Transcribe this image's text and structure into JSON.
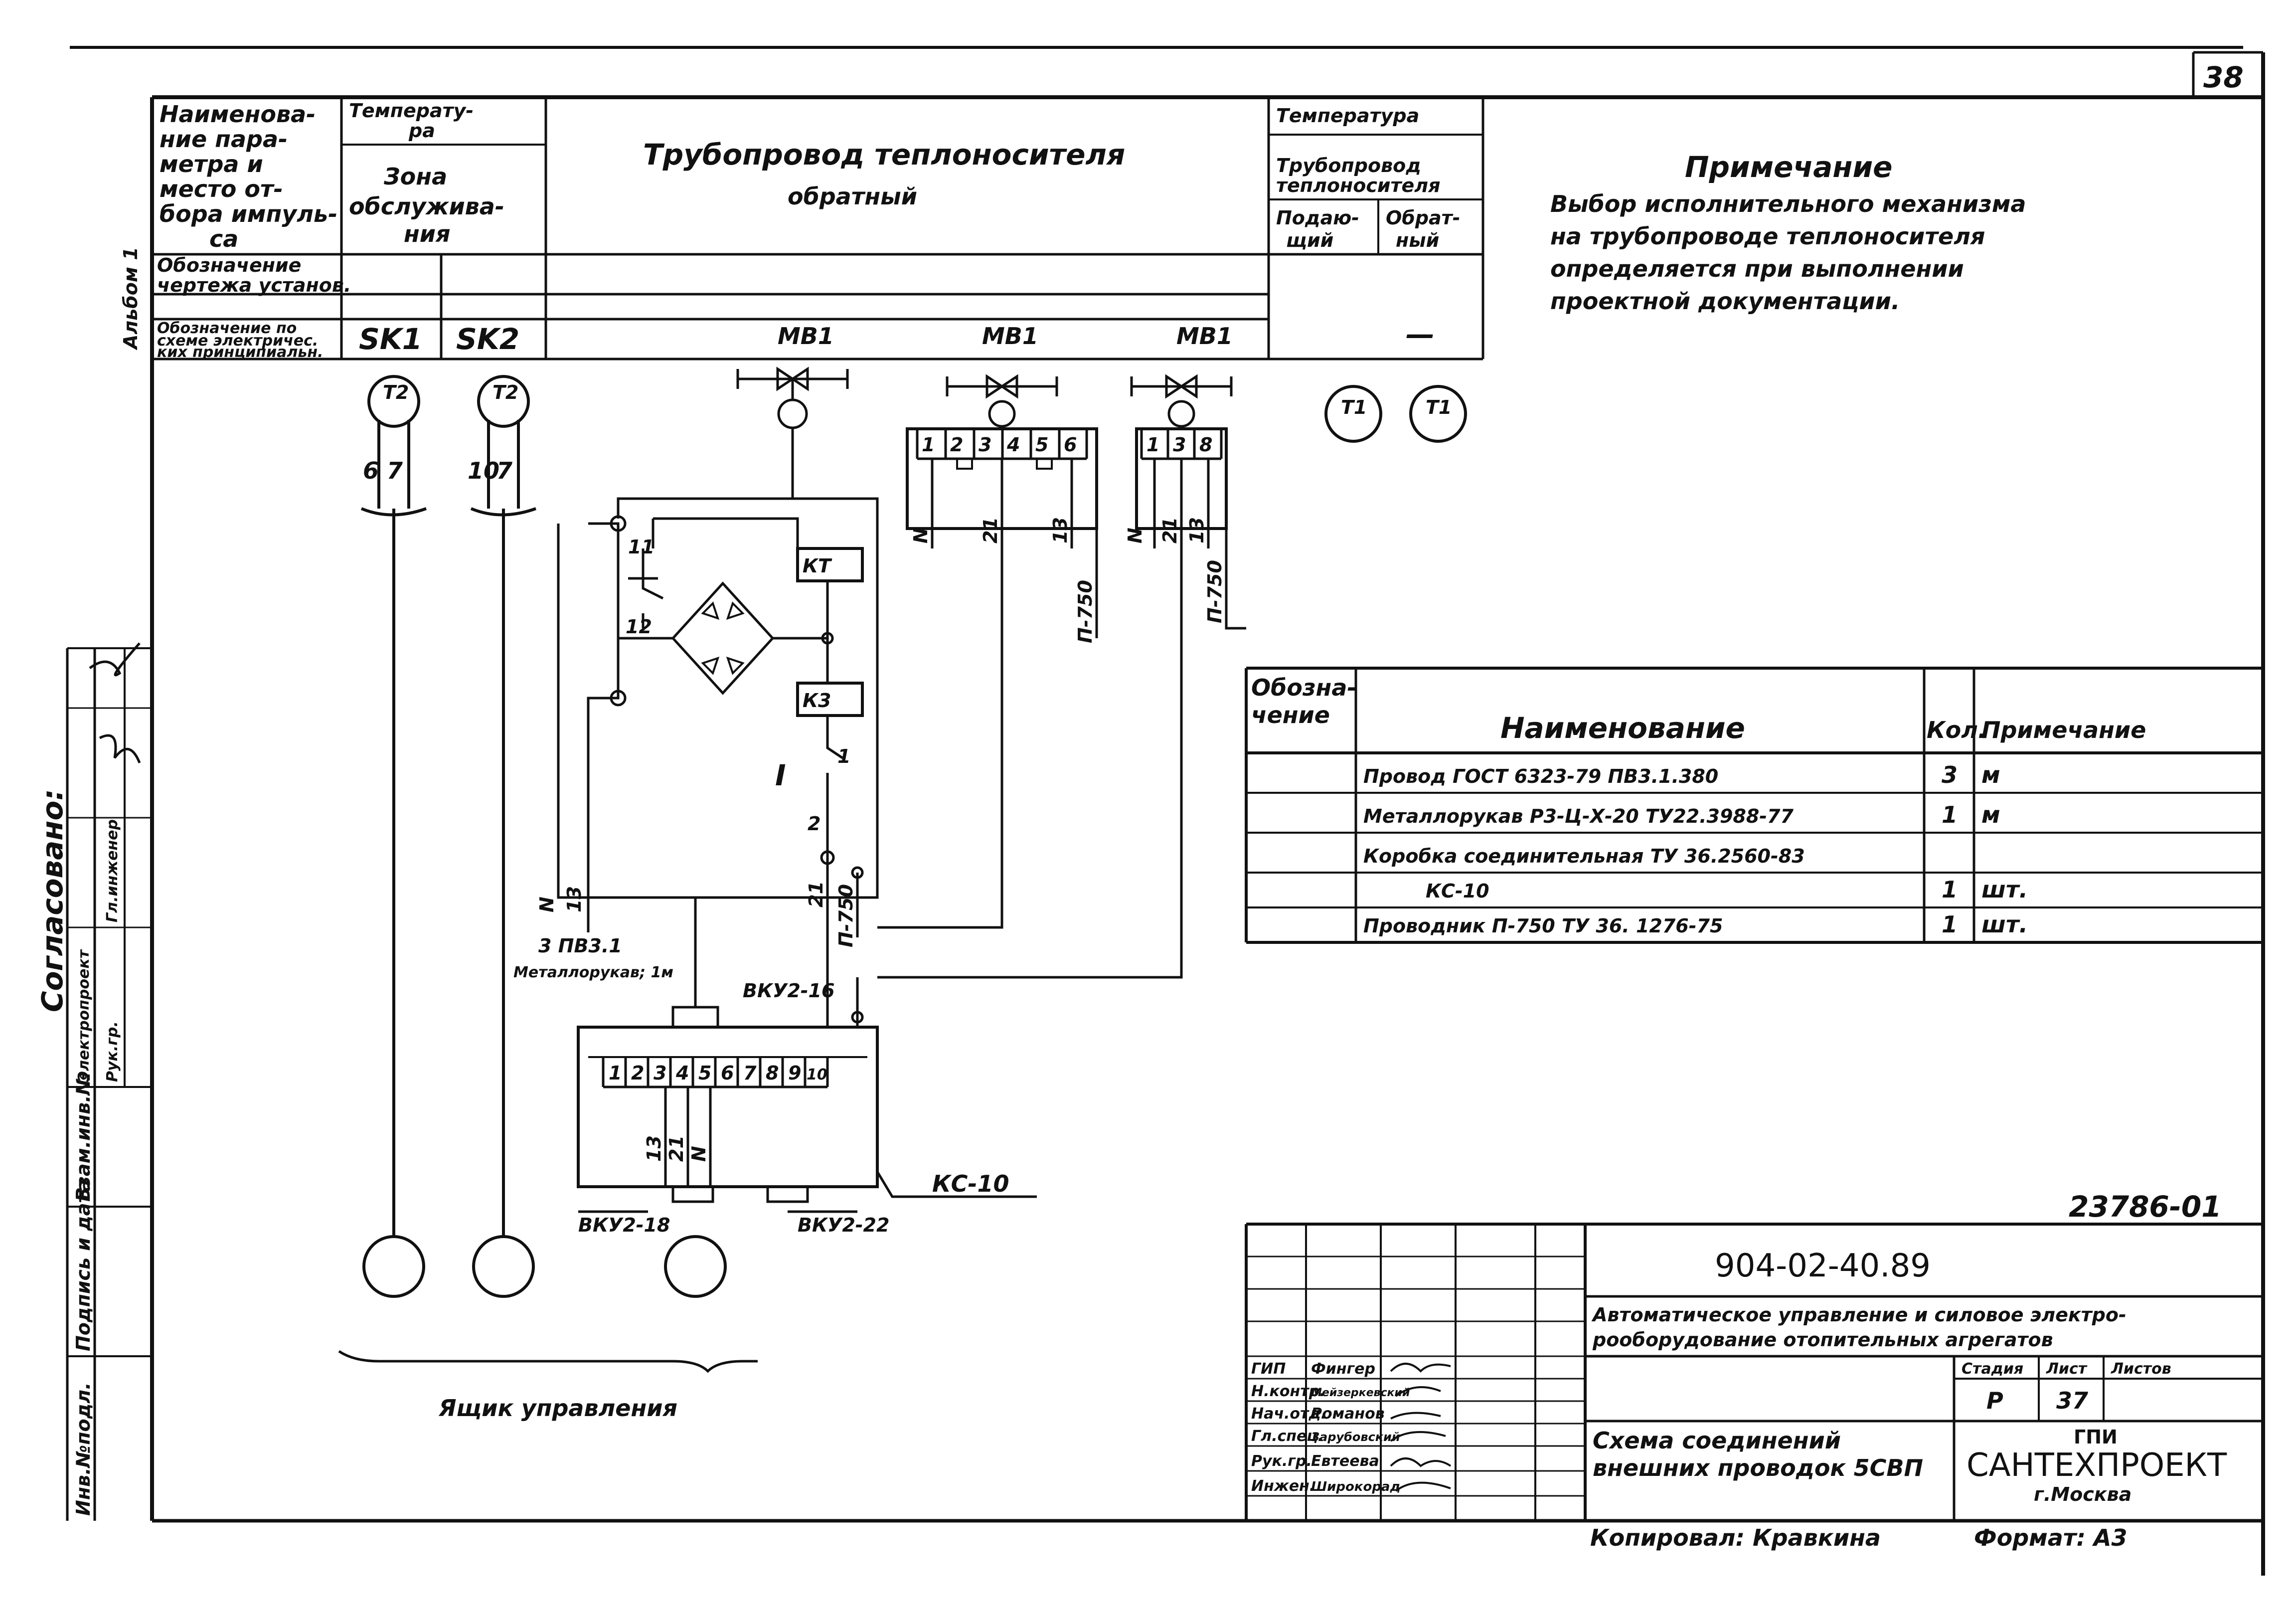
{
  "sheet": {
    "page_number": "38",
    "album_label": "Альбом 1",
    "code": "904-02-40.89",
    "copy_number": "23786-01",
    "copied_by": "Копировал: Кравкина",
    "format": "Формат: А3"
  },
  "header": {
    "param_label": [
      "Наименова-",
      "ние пара-",
      "метра и",
      "место от-",
      "бора импуль-",
      "са"
    ],
    "temp_label": [
      "Температу-",
      "ра"
    ],
    "zone_label": [
      "Зона",
      "обслужива-",
      "ния"
    ],
    "pipe_title": "Трубопровод     теплоносителя",
    "pipe_sub": "обратный",
    "right_temp": "Температура",
    "right_pipe": [
      "Трубопровод",
      "теплоносителя"
    ],
    "right_supply": [
      "Подаю-",
      "щий"
    ],
    "right_return": [
      "Обрат-",
      "ный"
    ],
    "row_drawing": [
      "Обозначение",
      "чертежа установ."
    ],
    "row_scheme": [
      "Обозначение по",
      "схеме электричес.",
      "ких принципиальн."
    ],
    "sk1": "SK1",
    "sk2": "SK2",
    "mb1_a": "МВ1",
    "mb1_b": "МВ1",
    "mb1_c": "МВ1",
    "dash": "—"
  },
  "note": {
    "title": "Примечание",
    "lines": [
      "Выбор исполнительного механизма",
      "на трубопроводе теплоносителя",
      "определяется при выполнении",
      "проектной документации."
    ]
  },
  "schematic": {
    "t2_left": "Т2",
    "t2_right": "Т2",
    "t1_left": "Т1",
    "t1_right": "Т1",
    "num_6": "6",
    "num_10": "10",
    "num_7a": "7",
    "num_7b": "7",
    "terms_a": [
      "1",
      "2",
      "3",
      "4",
      "5",
      "6"
    ],
    "terms_b": [
      "1",
      "3",
      "8"
    ],
    "terms_box": [
      "1",
      "2",
      "3",
      "4",
      "5",
      "6",
      "7",
      "8",
      "9",
      "10"
    ],
    "w_N1": "N",
    "w_21a": "21",
    "w_13a": "13",
    "w_N2": "N",
    "w_21b": "21",
    "w_13b": "13",
    "p750_a": "П-750",
    "p750_b": "П-750",
    "p750_c": "П-750",
    "relay_KT": "КТ",
    "relay_K3": "К3",
    "c11": "11",
    "c12": "12",
    "sw_I": "I",
    "sw_1": "1",
    "sw_2": "2",
    "w_N3": "N",
    "w_13c": "13",
    "w_21c": "21",
    "cable_1": "3 ПВ3.1",
    "cable_2": "Металлорукав; 1м",
    "vku_16": "ВКУ2-16",
    "vku_18": "ВКУ2-18",
    "vku_22": "ВКУ2-22",
    "kc10": "КС-10",
    "w_13d": "13",
    "w_21d": "21",
    "w_Nd": "N",
    "control_box": "Ящик управления"
  },
  "spec": {
    "headers": {
      "designation": [
        "Обозна-",
        "чение"
      ],
      "name": "Наименование",
      "qty": "Кол.",
      "note": "Примечание"
    },
    "rows": [
      {
        "designation": "",
        "name": "Провод ГОСТ 6323-79  ПВ3.1.380",
        "qty": "3",
        "note": "м"
      },
      {
        "designation": "",
        "name": "Металлорукав Р3-Ц-Х-20 ТУ22.3988-77",
        "qty": "1",
        "note": "м"
      },
      {
        "designation": "",
        "name": "Коробка соединительная  ТУ 36.2560-83",
        "qty": "",
        "note": ""
      },
      {
        "designation": "",
        "name": "КС-10",
        "qty": "1",
        "note": "шт."
      },
      {
        "designation": "",
        "name": "Проводник П-750  ТУ 36. 1276-75",
        "qty": "1",
        "note": "шт."
      }
    ]
  },
  "stamp": {
    "title_lines": [
      "Автоматическое управление и силовое электро-",
      "рооборудование отопительных агрегатов"
    ],
    "sheet_title": [
      "Схема соединений",
      "внешних проводок 5СВП"
    ],
    "stage_label": "Стадия",
    "sheet_label": "Лист",
    "sheets_label": "Листов",
    "stage": "Р",
    "sheet_no": "37",
    "org_1": "ГПИ",
    "org_2": "САНТЕХПРОЕКТ",
    "org_3": "г.Москва",
    "roles": [
      {
        "role": "ГИП",
        "name": "Фингер"
      },
      {
        "role": "Н.контр.",
        "name": "Мейзеркевский"
      },
      {
        "role": "Нач.отд.",
        "name": "Романов"
      },
      {
        "role": "Гл.спец.",
        "name": "Зарубовский"
      },
      {
        "role": "Рук.гр.",
        "name": "Евтеева"
      },
      {
        "role": "Инжен.",
        "name": "Широкорад"
      }
    ]
  },
  "left_strip": {
    "agreed": "Согласовано:",
    "elproject": "Электропроект",
    "head": "Рук.гр.",
    "chief": "Гл.инженер",
    "inv_orig": "Инв.№подл.",
    "sign_date": "Подпись и дата",
    "replace": "Взам.инв.№"
  }
}
